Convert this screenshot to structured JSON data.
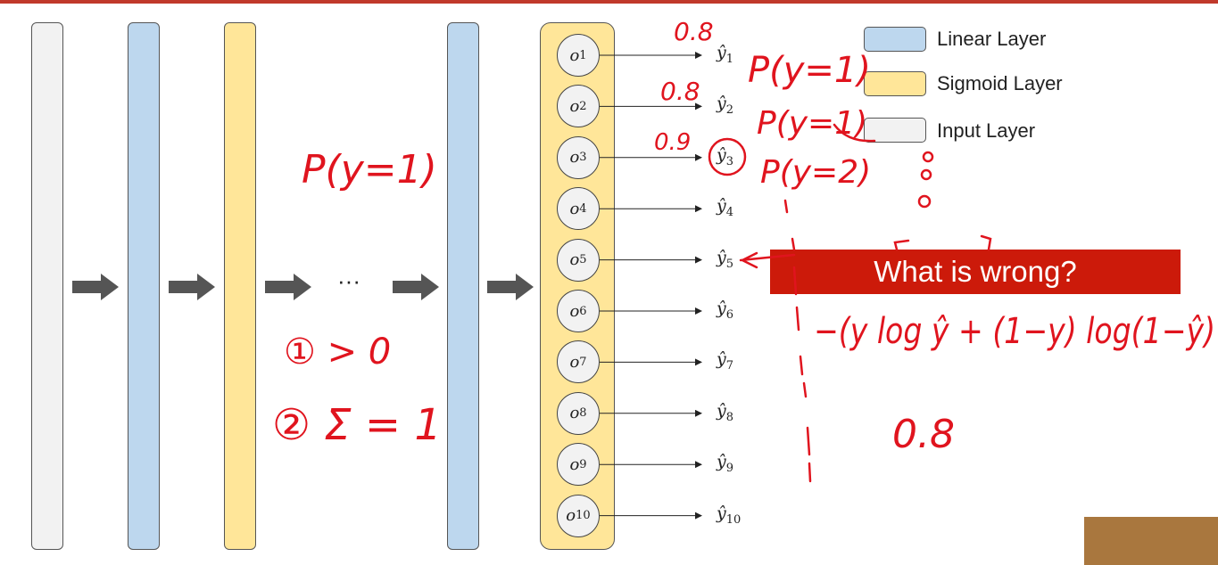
{
  "diagram": {
    "ellipsis": "···",
    "nodes": [
      {
        "label": "o",
        "sub": "1"
      },
      {
        "label": "o",
        "sub": "2"
      },
      {
        "label": "o",
        "sub": "3"
      },
      {
        "label": "o",
        "sub": "4"
      },
      {
        "label": "o",
        "sub": "5"
      },
      {
        "label": "o",
        "sub": "6"
      },
      {
        "label": "o",
        "sub": "7"
      },
      {
        "label": "o",
        "sub": "8"
      },
      {
        "label": "o",
        "sub": "9"
      },
      {
        "label": "o",
        "sub": "10"
      }
    ],
    "outputs": [
      {
        "label": "ŷ",
        "sub": "1"
      },
      {
        "label": "ŷ",
        "sub": "2"
      },
      {
        "label": "ŷ",
        "sub": "3"
      },
      {
        "label": "ŷ",
        "sub": "4"
      },
      {
        "label": "ŷ",
        "sub": "5"
      },
      {
        "label": "ŷ",
        "sub": "6"
      },
      {
        "label": "ŷ",
        "sub": "7"
      },
      {
        "label": "ŷ",
        "sub": "8"
      },
      {
        "label": "ŷ",
        "sub": "9"
      },
      {
        "label": "ŷ",
        "sub": "10"
      }
    ]
  },
  "legend": {
    "linear": "Linear Layer",
    "sigmoid": "Sigmoid Layer",
    "input": "Input Layer"
  },
  "banner": {
    "text": "What is wrong?"
  },
  "annotations": {
    "a1": "0.8",
    "a2": "0.8",
    "a3": "0.9",
    "p1": "P(y=1)",
    "p2": "P(y=1)",
    "p3": "P(y=2)",
    "left_p": "P(y=1)",
    "rule1": "① > 0",
    "rule2": "② Σ = 1",
    "formula": "−(y log ŷ + (1−y) log(1−ŷ)",
    "value": "0.8"
  },
  "colors": {
    "accent_red": "#cc1a0a",
    "linear": "#bdd7ee",
    "sigmoid": "#ffe699",
    "input": "#f2f2f2"
  }
}
